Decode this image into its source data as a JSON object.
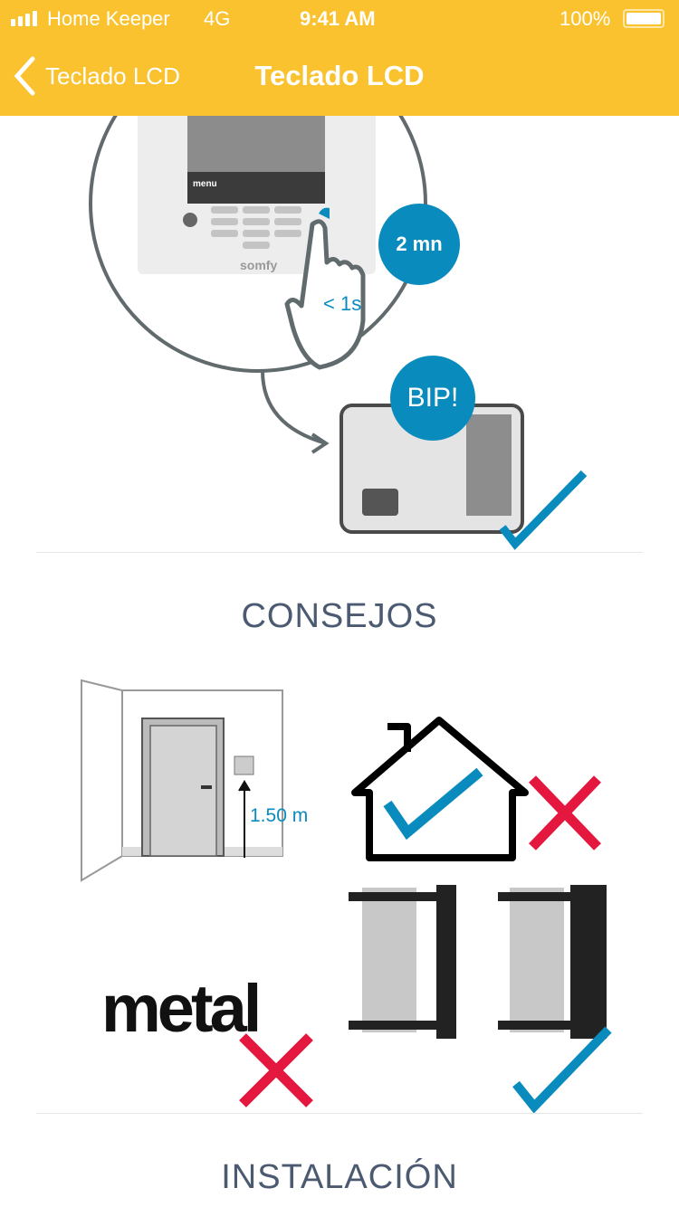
{
  "status_bar": {
    "carrier": "Home Keeper",
    "network": "4G",
    "time": "9:41 AM",
    "battery": "100%"
  },
  "nav": {
    "back_label": "Teclado LCD",
    "title": "Teclado LCD"
  },
  "step": {
    "keypad_menu": "menu",
    "duration_badge": "2 mn",
    "press_label": "< 1s",
    "bip_badge": "BIP!",
    "brand": "somfy"
  },
  "tips": {
    "heading": "CONSEJOS",
    "height_label": "1.50 m",
    "metal_label": "metal"
  },
  "next_section": {
    "heading": "INSTALACIÓN"
  },
  "colors": {
    "accent": "#f9c22e",
    "blue": "#0a8bbd",
    "red": "#e4173e"
  }
}
